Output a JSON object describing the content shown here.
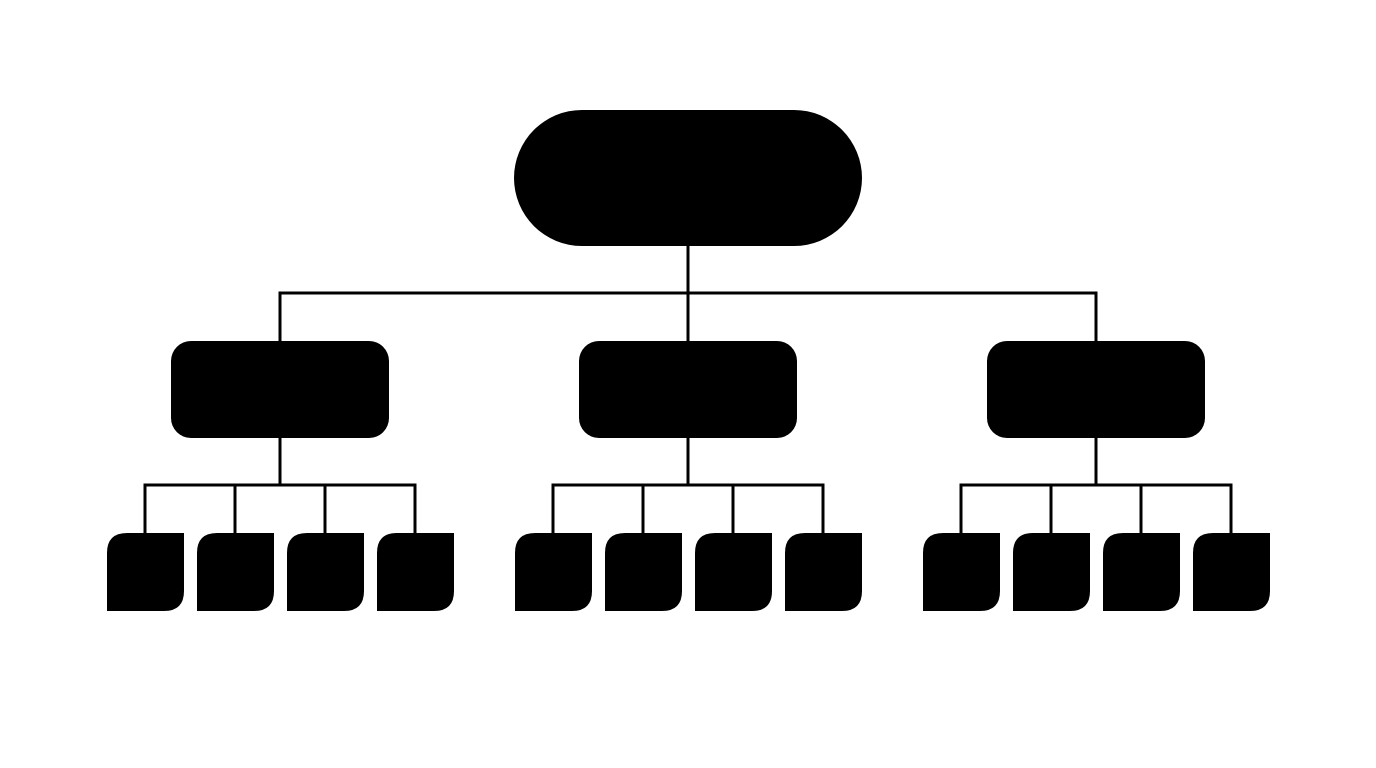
{
  "diagram": {
    "type": "org-chart",
    "colors": {
      "background": "#ffffff",
      "node_fill": "#000000",
      "connector": "#000000"
    },
    "root": {
      "id": "root",
      "shape": "stadium",
      "label": "",
      "children": [
        {
          "id": "branch-1",
          "shape": "rounded-rectangle",
          "label": "",
          "children": [
            {
              "id": "leaf-1-1",
              "shape": "leaf",
              "label": ""
            },
            {
              "id": "leaf-1-2",
              "shape": "leaf",
              "label": ""
            },
            {
              "id": "leaf-1-3",
              "shape": "leaf",
              "label": ""
            },
            {
              "id": "leaf-1-4",
              "shape": "leaf",
              "label": ""
            }
          ]
        },
        {
          "id": "branch-2",
          "shape": "rounded-rectangle",
          "label": "",
          "children": [
            {
              "id": "leaf-2-1",
              "shape": "leaf",
              "label": ""
            },
            {
              "id": "leaf-2-2",
              "shape": "leaf",
              "label": ""
            },
            {
              "id": "leaf-2-3",
              "shape": "leaf",
              "label": ""
            },
            {
              "id": "leaf-2-4",
              "shape": "leaf",
              "label": ""
            }
          ]
        },
        {
          "id": "branch-3",
          "shape": "rounded-rectangle",
          "label": "",
          "children": [
            {
              "id": "leaf-3-1",
              "shape": "leaf",
              "label": ""
            },
            {
              "id": "leaf-3-2",
              "shape": "leaf",
              "label": ""
            },
            {
              "id": "leaf-3-3",
              "shape": "leaf",
              "label": ""
            },
            {
              "id": "leaf-3-4",
              "shape": "leaf",
              "label": ""
            }
          ]
        }
      ]
    }
  }
}
